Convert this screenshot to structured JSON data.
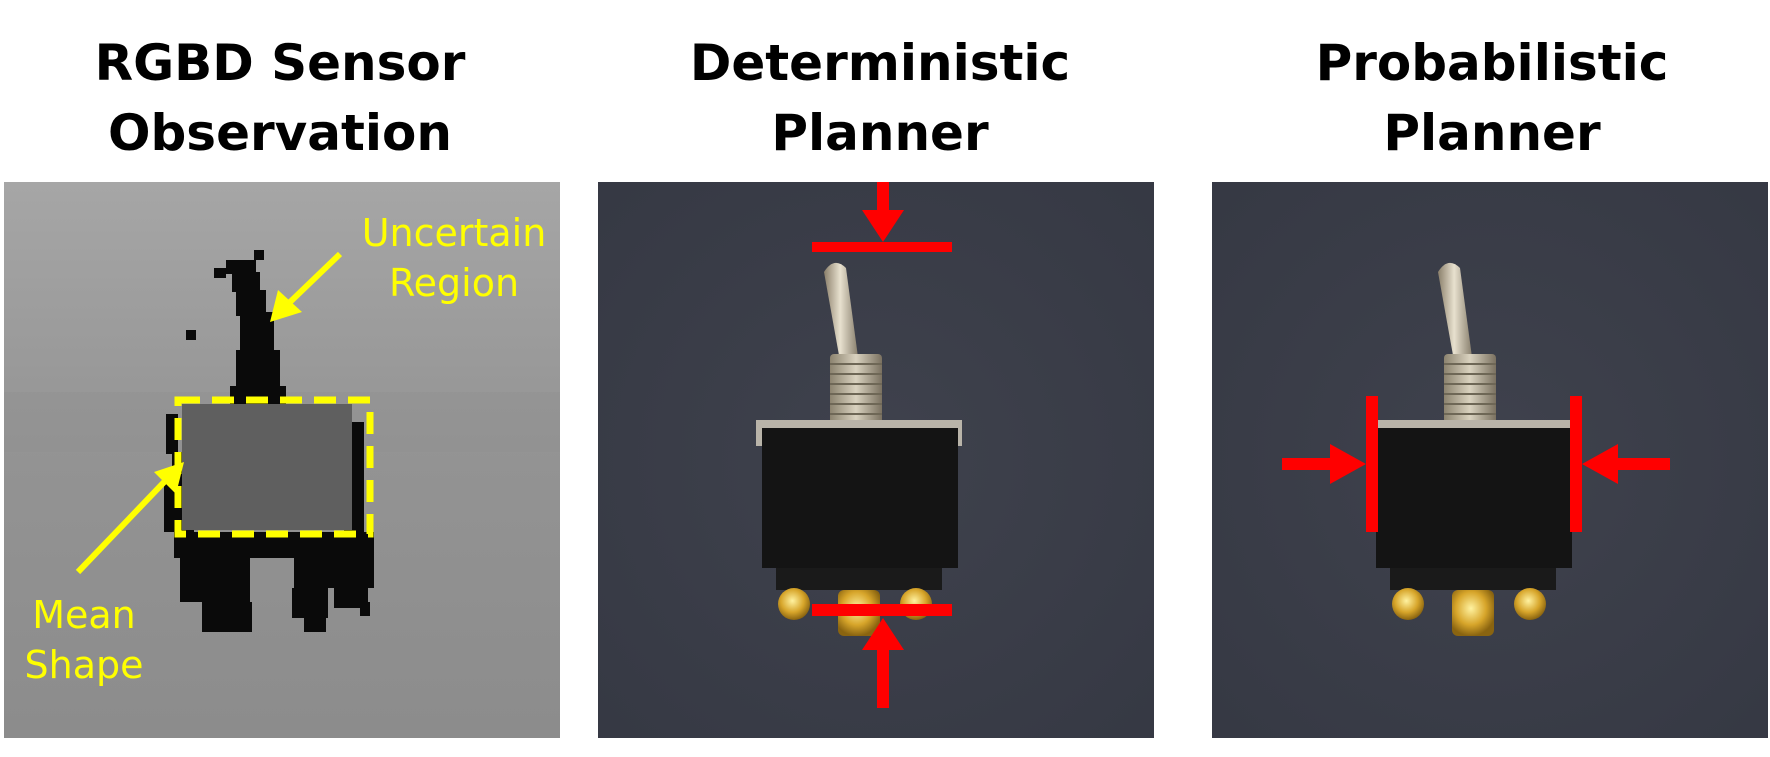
{
  "panels": [
    {
      "title_line1": "RGBD Sensor",
      "title_line2": "Observation",
      "annotations": {
        "uncertain_line1": "Uncertain",
        "uncertain_line2": "Region",
        "mean_line1": "Mean",
        "mean_line2": "Shape"
      }
    },
    {
      "title_line1": "Deterministic",
      "title_line2": "Planner"
    },
    {
      "title_line1": "Probabilistic",
      "title_line2": "Planner"
    }
  ],
  "colors": {
    "annotation": "#ffff00",
    "grasp_marker": "#ff0000",
    "depth_background": "#9a9a9a",
    "photo_background": "#3b3e48",
    "uncertain_region": "#0a0a0a",
    "mean_shape": "#5f5f5f"
  },
  "icons": [
    "arrow-icon",
    "dashed-box-icon",
    "toggle-switch-icon",
    "gripper-arrow-icon"
  ]
}
